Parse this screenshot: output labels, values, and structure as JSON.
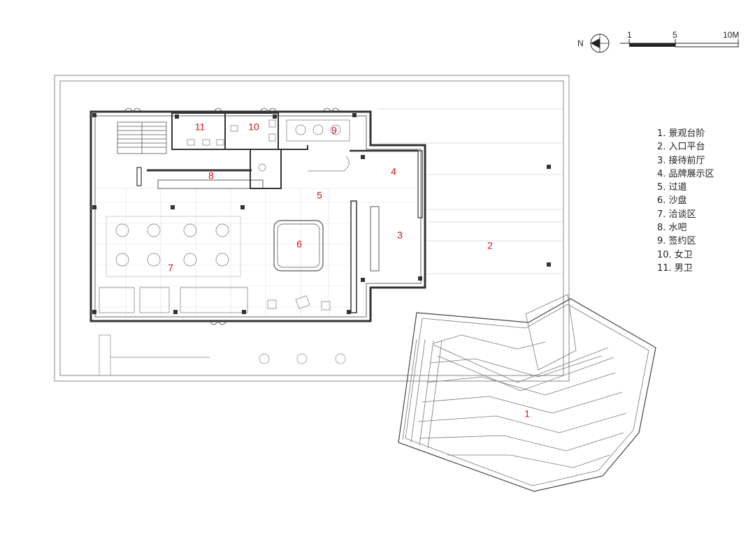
{
  "compass": {
    "north_label": "N"
  },
  "scale_bar": {
    "labels": [
      "1",
      "5",
      "10M"
    ]
  },
  "zones": [
    {
      "id": "1",
      "label": "1. 景观台阶"
    },
    {
      "id": "2",
      "label": "2. 入口平台"
    },
    {
      "id": "3",
      "label": "3. 接待前厅"
    },
    {
      "id": "4",
      "label": "4. 品牌展示区"
    },
    {
      "id": "5",
      "label": "5. 过道"
    },
    {
      "id": "6",
      "label": "6. 沙盘"
    },
    {
      "id": "7",
      "label": "7. 洽谈区"
    },
    {
      "id": "8",
      "label": "8. 水吧"
    },
    {
      "id": "9",
      "label": "9. 签约区"
    },
    {
      "id": "10",
      "label": "10. 女卫"
    },
    {
      "id": "11",
      "label": "11. 男卫"
    }
  ],
  "colors": {
    "label_red": "#d2141c",
    "line": "#333333",
    "light_line": "#b8b8b8"
  }
}
